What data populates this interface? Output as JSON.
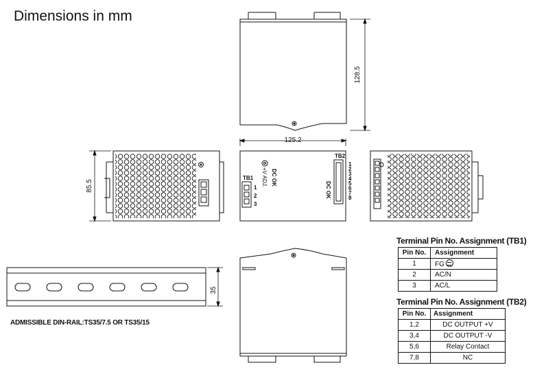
{
  "heading": "Dimensions in mm",
  "dimensions": {
    "height": "128.5",
    "width": "125.2",
    "depth": "85.5",
    "rail_height": "35"
  },
  "labels": {
    "tb1": "TB1",
    "tb2": "TB2",
    "dc_ok": "DC OK",
    "adj": "+V ADJ.",
    "tb1_pins": [
      "1",
      "2",
      "3"
    ],
    "tb2_pins": [
      "1",
      "2",
      "3",
      "4",
      "5",
      "6",
      "7",
      "8"
    ]
  },
  "din_rail_note": "ADMISSIBLE DIN-RAIL:TS35/7.5 OR TS35/15",
  "tb1_table": {
    "title": "Terminal Pin No.  Assignment (TB1)",
    "headers": [
      "Pin No.",
      "Assignment"
    ],
    "rows": [
      [
        "1",
        "FG"
      ],
      [
        "2",
        "AC/N"
      ],
      [
        "3",
        "AC/L"
      ]
    ]
  },
  "tb2_table": {
    "title": "Terminal Pin No.  Assignment (TB2)",
    "headers": [
      "Pin No.",
      "Assignment"
    ],
    "rows": [
      [
        "1,2",
        "DC OUTPUT +V"
      ],
      [
        "3,4",
        "DC OUTPUT -V"
      ],
      [
        "5,6",
        "Relay Contact"
      ],
      [
        "7,8",
        "NC"
      ]
    ]
  }
}
